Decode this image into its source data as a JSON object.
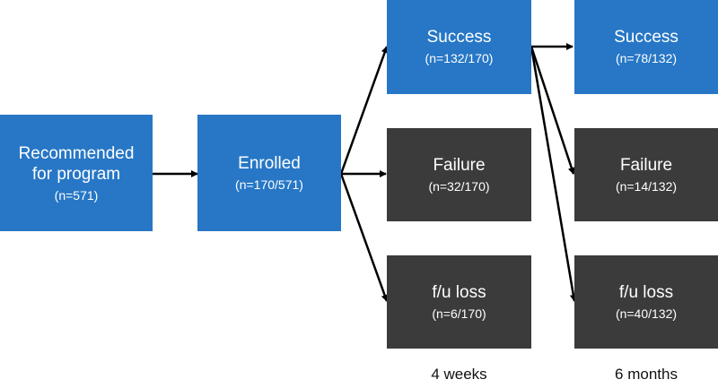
{
  "boxes": {
    "recommended": {
      "title_line1": "Recommended",
      "title_line2": "for program",
      "count": "(n=571)"
    },
    "enrolled": {
      "title": "Enrolled",
      "count": "(n=170/571)"
    },
    "week4": {
      "success": {
        "title": "Success",
        "count": "(n=132/170)"
      },
      "failure": {
        "title": "Failure",
        "count": "(n=32/170)"
      },
      "loss": {
        "title": "f/u loss",
        "count": "(n=6/170)"
      }
    },
    "month6": {
      "success": {
        "title": "Success",
        "count": "(n=78/132)"
      },
      "failure": {
        "title": "Failure",
        "count": "(n=14/132)"
      },
      "loss": {
        "title": "f/u loss",
        "count": "(n=40/132)"
      }
    }
  },
  "column_labels": {
    "week4": "4 weeks",
    "month6": "6 months"
  },
  "colors": {
    "positive_box": "#2777c6",
    "neutral_box": "#3c3b3b",
    "arrow": "#000000"
  }
}
